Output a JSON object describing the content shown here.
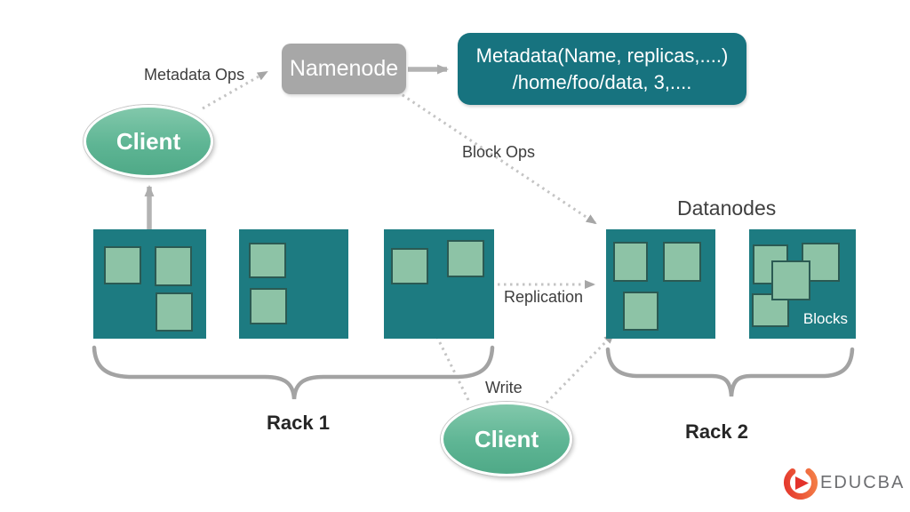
{
  "nodes": {
    "namenode": {
      "label": "Namenode"
    },
    "metadata": {
      "line1": "Metadata(Name, replicas,....)",
      "line2": "/home/foo/data, 3,...."
    },
    "client_top": {
      "label": "Client"
    },
    "client_bottom": {
      "label": "Client"
    }
  },
  "edges": {
    "metadata_ops": "Metadata Ops",
    "block_ops": "Block Ops",
    "replication": "Replication",
    "write": "Write"
  },
  "groups": {
    "datanodes_label": "Datanodes",
    "rack1_label": "Rack 1",
    "rack2_label": "Rack 2",
    "blocks_label": "Blocks"
  },
  "racks": [
    {
      "name": "Rack 1",
      "datanodes": [
        {
          "blocks": 3
        },
        {
          "blocks": 2
        },
        {
          "blocks": 2
        }
      ]
    },
    {
      "name": "Rack 2",
      "datanodes": [
        {
          "blocks": 3
        },
        {
          "blocks": 4
        }
      ]
    }
  ],
  "colors": {
    "datanode_teal": "#1d7b81",
    "metadata_teal": "#17737f",
    "block_green": "#8dc3a6",
    "client_green": "#5eb594",
    "namenode_gray": "#a7a7a7",
    "arrow_gray": "#b3b3b3",
    "dotted_gray": "#c4c4c4",
    "text_dark": "#3d3d3d",
    "logo_red": "#e3322b",
    "logo_text_gray": "#6d6e71"
  },
  "branding": {
    "logo_text": "EDUCBA"
  }
}
